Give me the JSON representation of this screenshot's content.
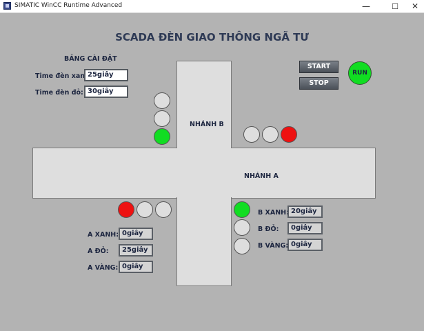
{
  "window": {
    "title": "SIMATIC WinCC Runtime Advanced",
    "minimize": "—",
    "maximize": "☐",
    "close": "✕"
  },
  "header": {
    "title": "SCADA ĐÈN GIAO THÔNG NGÃ TƯ"
  },
  "settings": {
    "heading": "BẢNG CÀI ĐẶT",
    "green_label": "Time đèn xanh:",
    "green_value": "25giây",
    "red_label": "Time đèn đỏ:",
    "red_value": "30giây"
  },
  "controls": {
    "start_label": "START",
    "stop_label": "STOP",
    "run_label": "RUN"
  },
  "roads": {
    "branch_b": "NHÁNH B",
    "branch_a": "NHÁNH A"
  },
  "branch_a_timers": {
    "green_label": "A XANH:",
    "green_value": "0giây",
    "red_label": "A ĐỎ:",
    "red_value": "25giây",
    "yellow_label": "A VÀNG:",
    "yellow_value": "0giây"
  },
  "branch_b_timers": {
    "green_label": "B XANH:",
    "green_value": "20giây",
    "red_label": "B ĐỎ:",
    "red_value": "0giây",
    "yellow_label": "B VÀNG:",
    "yellow_value": "0giây"
  },
  "colors": {
    "lamp_green": "#11dd22",
    "lamp_red": "#ee1111",
    "lamp_off": "#dedede",
    "background": "#b3b3b3"
  }
}
